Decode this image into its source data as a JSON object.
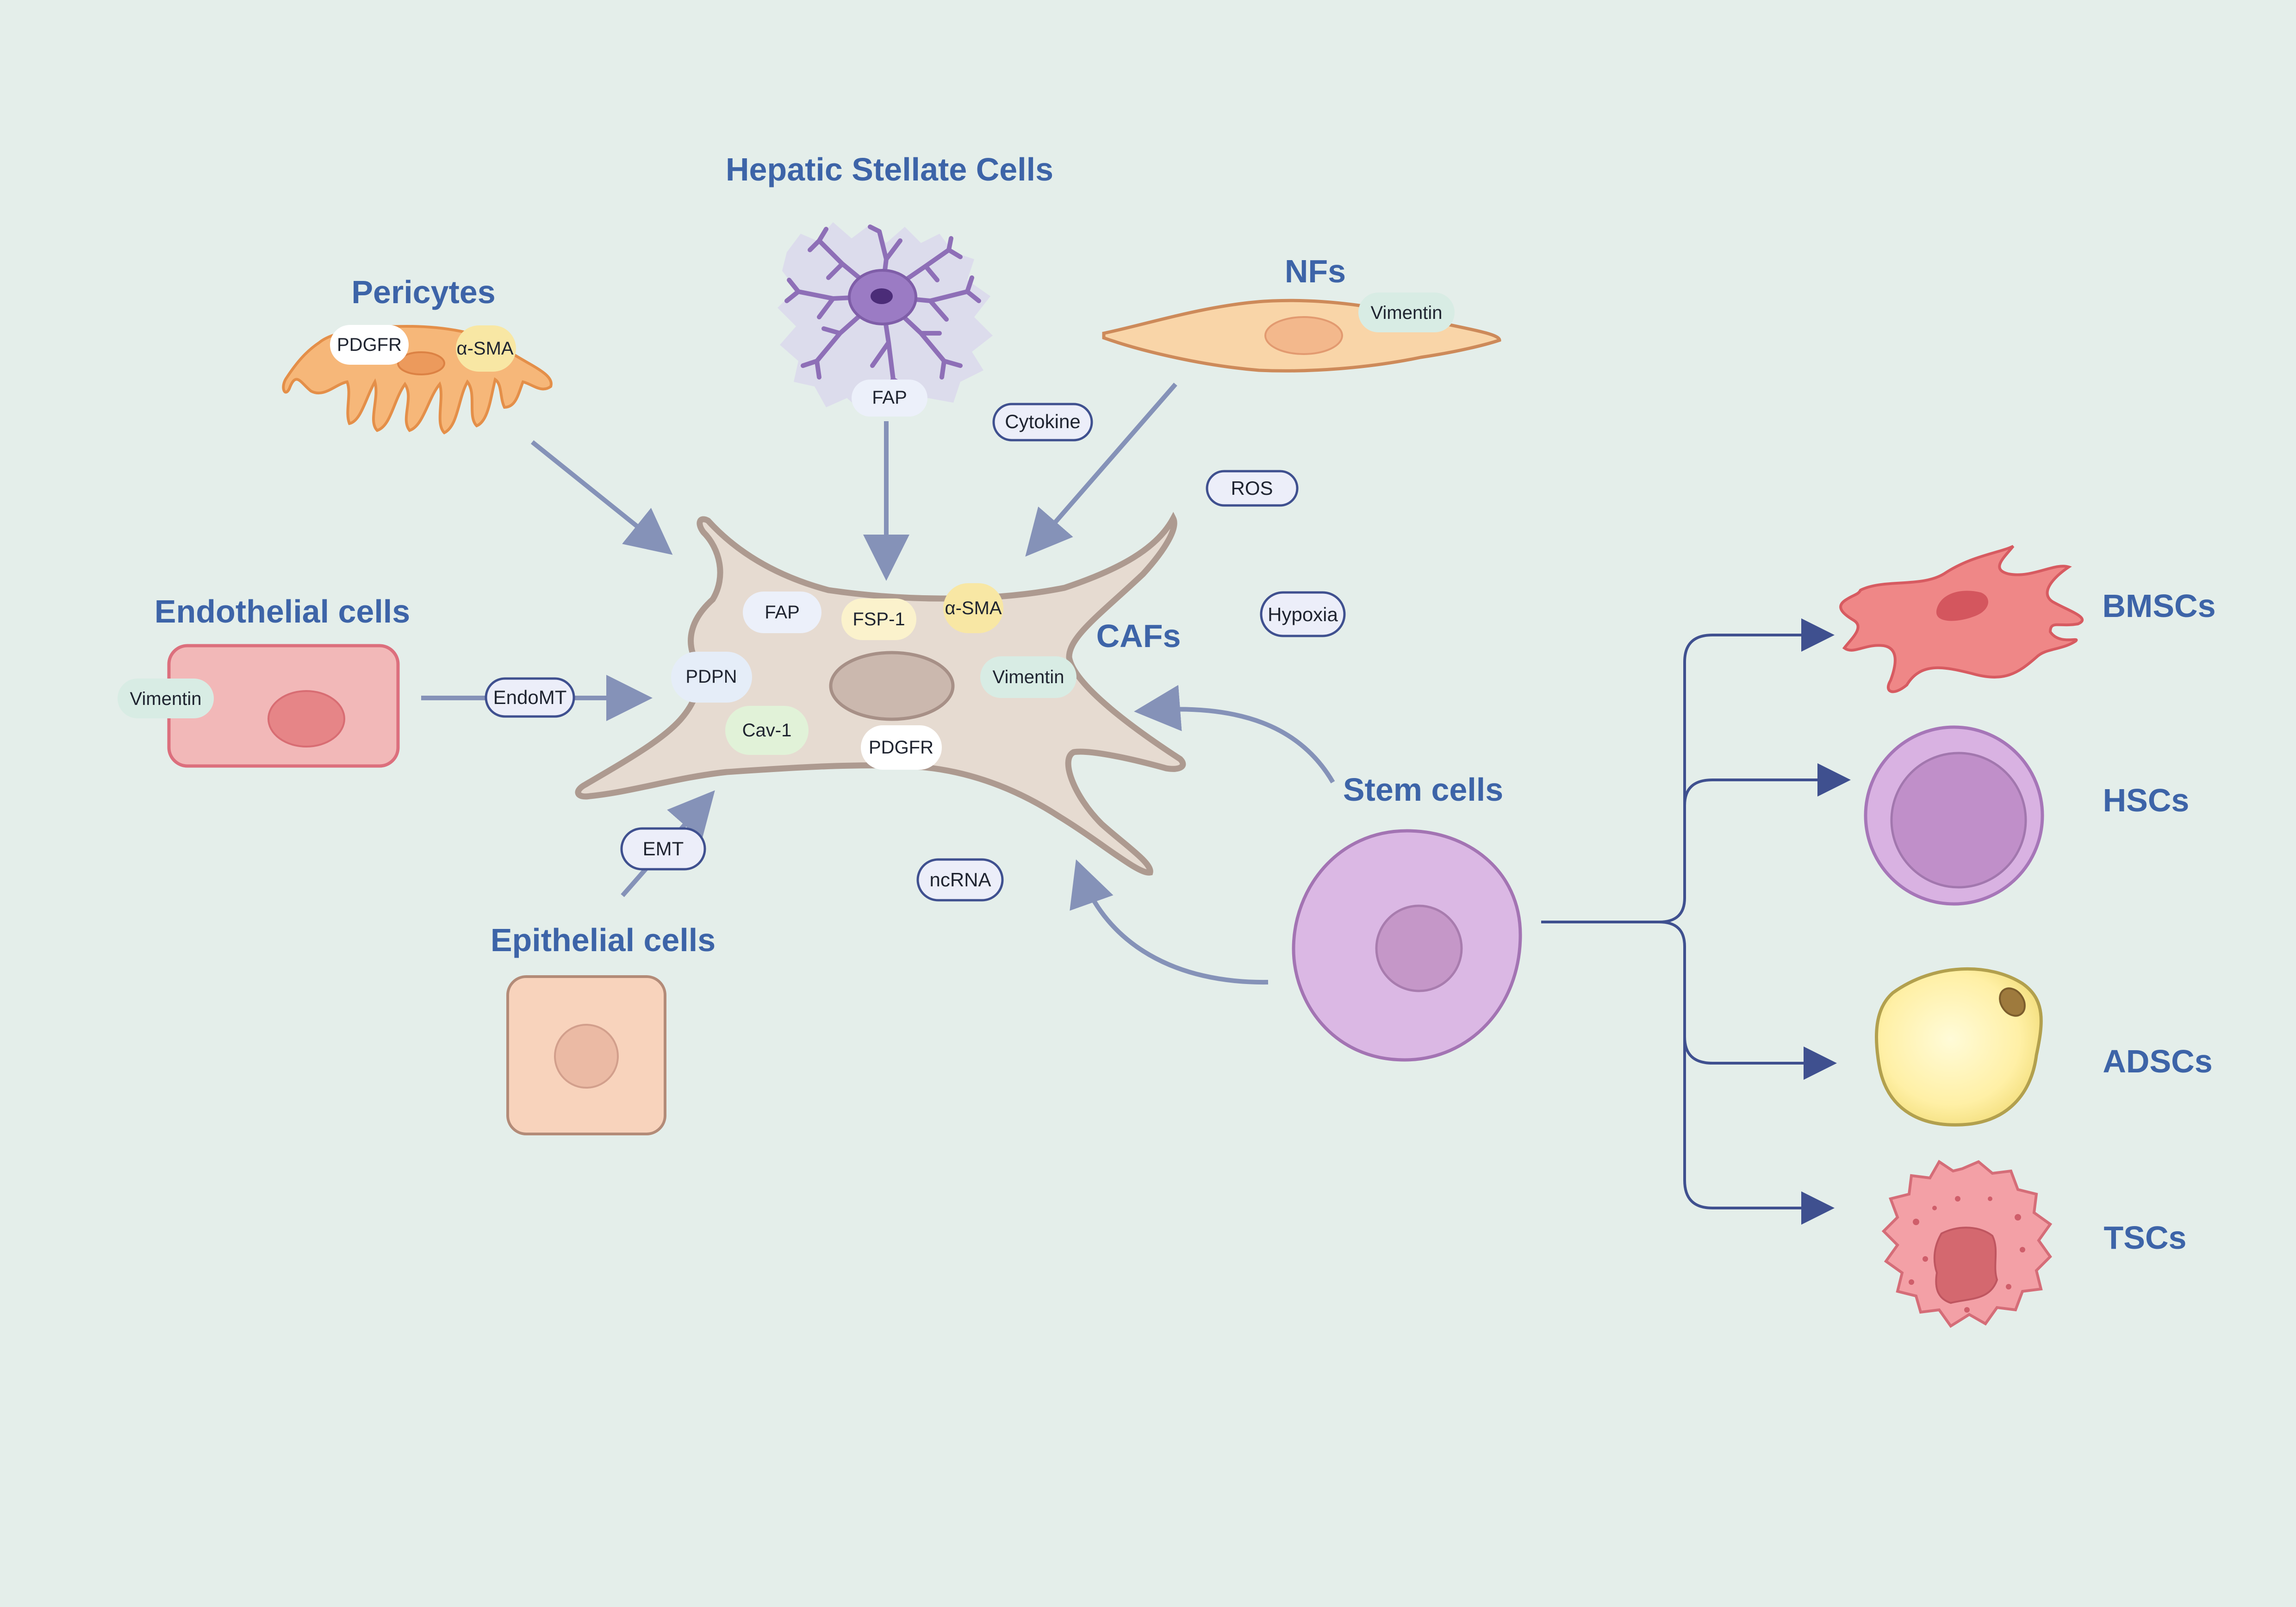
{
  "colors": {
    "background": "#e4eeea",
    "title_text": "#3d64a8",
    "arrow": "#8592b8",
    "branch_line": "#3f508f"
  },
  "cells": {
    "hepatic_stellate": {
      "title": "Hepatic Stellate Cells",
      "markers": [
        "FAP"
      ]
    },
    "pericytes": {
      "title": "Pericytes",
      "markers": [
        "PDGFR",
        "α-SMA"
      ]
    },
    "nfs": {
      "title": "NFs",
      "markers": [
        "Vimentin"
      ]
    },
    "endothelial": {
      "title": "Endothelial cells",
      "markers": [
        "Vimentin"
      ]
    },
    "epithelial": {
      "title": "Epithelial cells"
    },
    "cafs": {
      "title": "CAFs",
      "markers": [
        "FAP",
        "FSP-1",
        "α-SMA",
        "PDPN",
        "Vimentin",
        "Cav-1",
        "PDGFR"
      ]
    },
    "stem_cells": {
      "title": "Stem cells"
    },
    "bmscs": {
      "title": "BMSCs"
    },
    "hscs": {
      "title": "HSCs"
    },
    "adscs": {
      "title": "ADSCs"
    },
    "tscs": {
      "title": "TSCs"
    }
  },
  "processes": {
    "cytokine": "Cytokine",
    "ros": "ROS",
    "hypoxia": "Hypoxia",
    "endomt": "EndoMT",
    "emt": "EMT",
    "ncrna": "ncRNA"
  }
}
